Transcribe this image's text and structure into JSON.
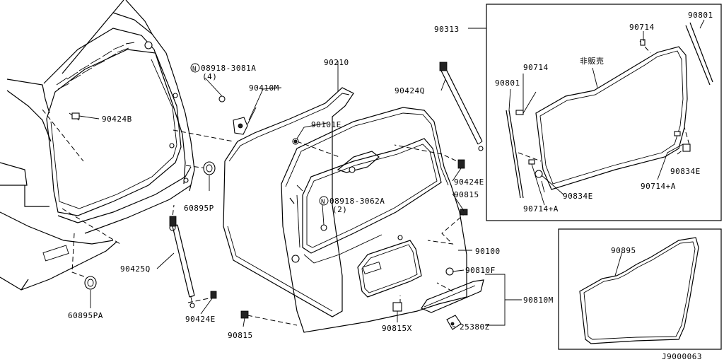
{
  "labels": {
    "p90313": "90313",
    "p90714_top": "90714",
    "p90801_top": "90801",
    "p_not_sold": "非販売",
    "p90714_mid": "90714",
    "p90801_left": "90801",
    "p90834e_right": "90834E",
    "p90834e_left": "90834E",
    "p90714a_right": "90714+A",
    "p90714a_left": "90714+A",
    "p90895": "90895",
    "p08918_3081a": "08918-3081A",
    "p08918_3081a_qty": "(4)",
    "p90410m": "90410M",
    "p90424b": "90424B",
    "p90210": "90210",
    "p90101e": "90101E",
    "p90424q": "90424Q",
    "p90424e_right": "90424E",
    "p90815_right": "90815",
    "p08918_3062a": "08918-3062A",
    "p08918_3062a_qty": "(2)",
    "p60895p": "60895P",
    "p90100": "90100",
    "p90425q": "90425Q",
    "p90810f": "90810F",
    "p90810m": "90810M",
    "p60895pa": "60895PA",
    "p90424e_bottom": "90424E",
    "p90815_bottom": "90815",
    "p90815x": "90815X",
    "p25380z": "25380Z",
    "diagram_code": "J9000063",
    "n_symbol": "N"
  }
}
